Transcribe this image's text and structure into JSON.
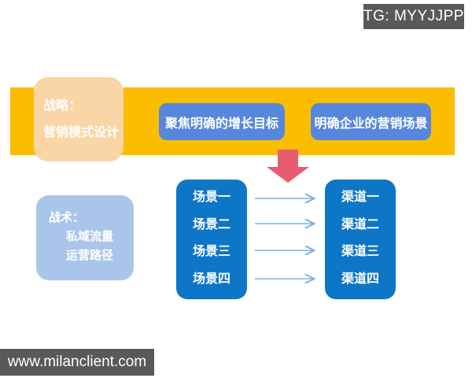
{
  "badges": {
    "tg": "TG: MYYJJPP",
    "website": "www.milanclient.com"
  },
  "strategy": {
    "title_line1": "战略：",
    "title_line2": "营销模式设计",
    "goals": [
      "聚焦明确的增长目标",
      "明确企业的营销场景"
    ]
  },
  "tactics": {
    "title_line1": "战术：",
    "title_line2": "私域流量",
    "title_line3": "运营路径",
    "scenarios": [
      "场景一",
      "场景二",
      "场景三",
      "场景四"
    ],
    "channels": [
      "渠道一",
      "渠道二",
      "渠道三",
      "渠道四"
    ]
  },
  "colors": {
    "band": "#FCBD01",
    "strategy_box": "#FAD5A5",
    "goal_box": "#5787DA",
    "list_box": "#0E76C6",
    "tactics_box": "#A9C6EA",
    "down_arrow": "#E75C6E",
    "connector": "#7FB3E0",
    "badge_bg": "#595959"
  }
}
